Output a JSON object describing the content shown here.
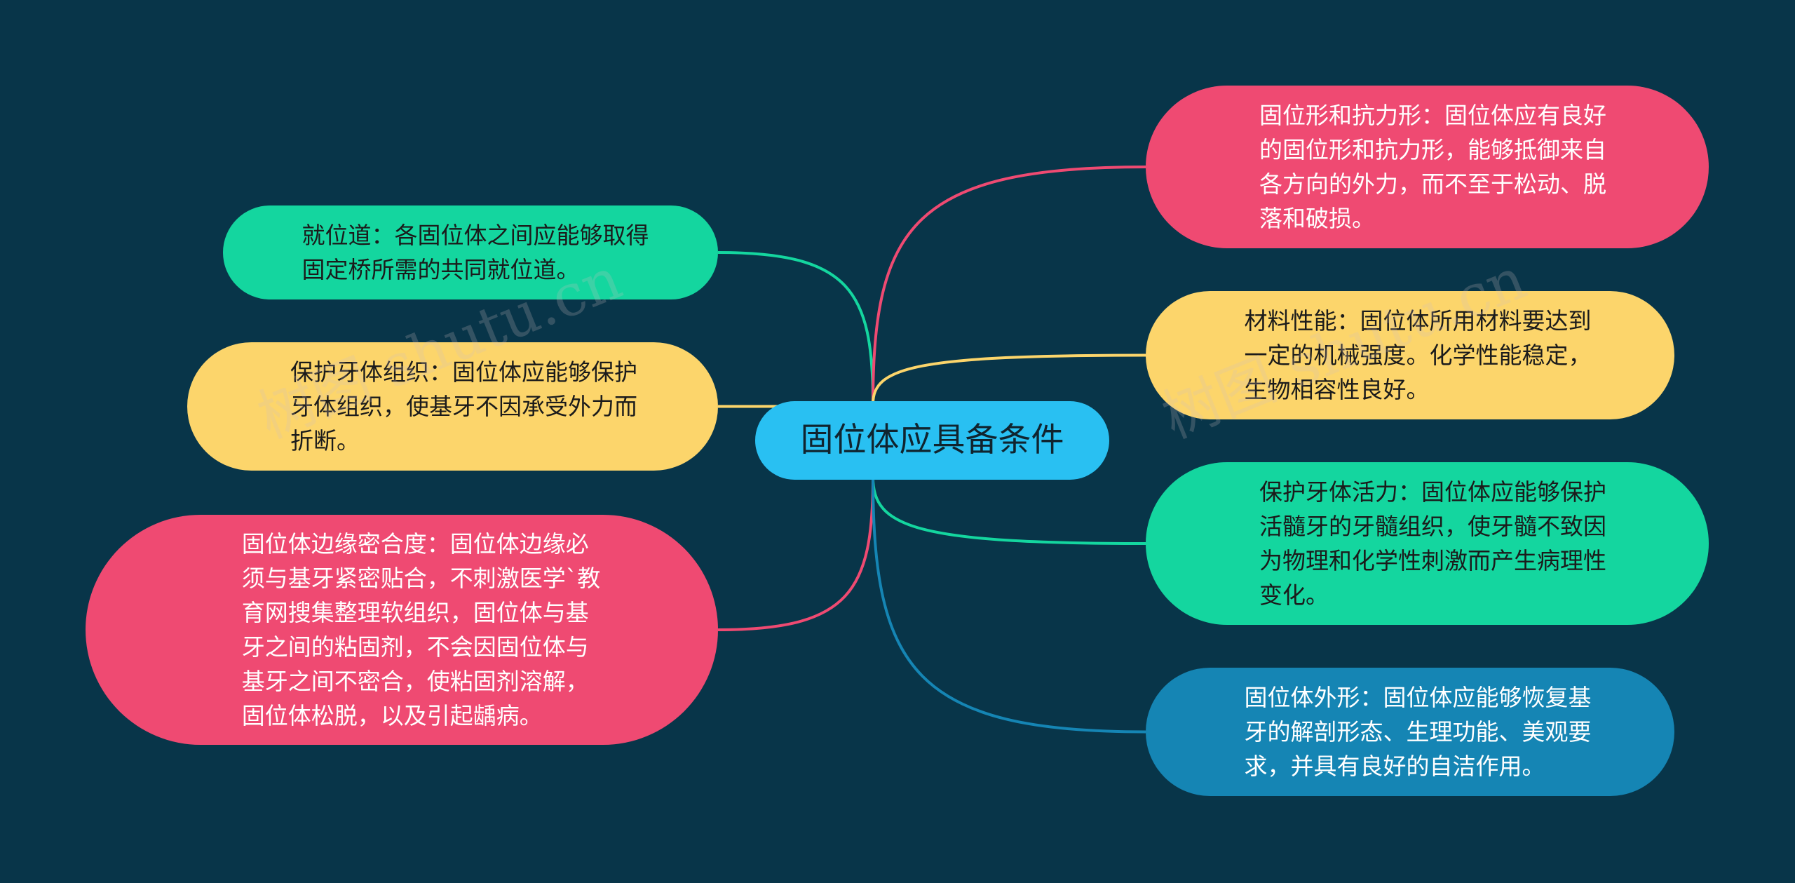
{
  "center": {
    "label": "固位体应具备条件",
    "color": "#29c0f2"
  },
  "left_nodes": [
    {
      "id": "left-1",
      "text": "就位道：各固位体之间应能够取得\n固定桥所需的共同就位道。",
      "color": "#14d69f",
      "line_color": "#14d69f"
    },
    {
      "id": "left-2",
      "text": "保护牙体组织：固位体应能够保护\n牙体组织，使基牙不因承受外力而\n折断。",
      "color": "#fcd56b",
      "line_color": "#fcd56b"
    },
    {
      "id": "left-3",
      "text": "固位体边缘密合度：固位体边缘必\n须与基牙紧密贴合，不刺激医学`教\n育网搜集整理软组织，固位体与基\n牙之间的粘固剂，不会因固位体与\n基牙之间不密合，使粘固剂溶解，\n固位体松脱，以及引起龋病。",
      "color": "#ef4a72",
      "line_color": "#ef4a72"
    }
  ],
  "right_nodes": [
    {
      "id": "right-1",
      "text": "固位形和抗力形：固位体应有良好\n的固位形和抗力形，能够抵御来自\n各方向的外力，而不至于松动、脱\n落和破损。",
      "color": "#ef4a72",
      "line_color": "#ef4a72"
    },
    {
      "id": "right-2",
      "text": "材料性能：固位体所用材料要达到\n一定的机械强度。化学性能稳定，\n生物相容性良好。",
      "color": "#fcd56b",
      "line_color": "#fcd56b"
    },
    {
      "id": "right-3",
      "text": "保护牙体活力：固位体应能够保护\n活髓牙的牙髓组织，使牙髓不致因\n为物理和化学性刺激而产生病理性\n变化。",
      "color": "#14d69f",
      "line_color": "#14d69f"
    },
    {
      "id": "right-4",
      "text": "固位体外形：固位体应能够恢复基\n牙的解剖形态、生理功能、美观要\n求，并具有良好的自洁作用。",
      "color": "#1585b4",
      "line_color": "#1585b4"
    }
  ],
  "watermark": [
    "树图 shutu.cn",
    "树图 shutu.cn"
  ]
}
